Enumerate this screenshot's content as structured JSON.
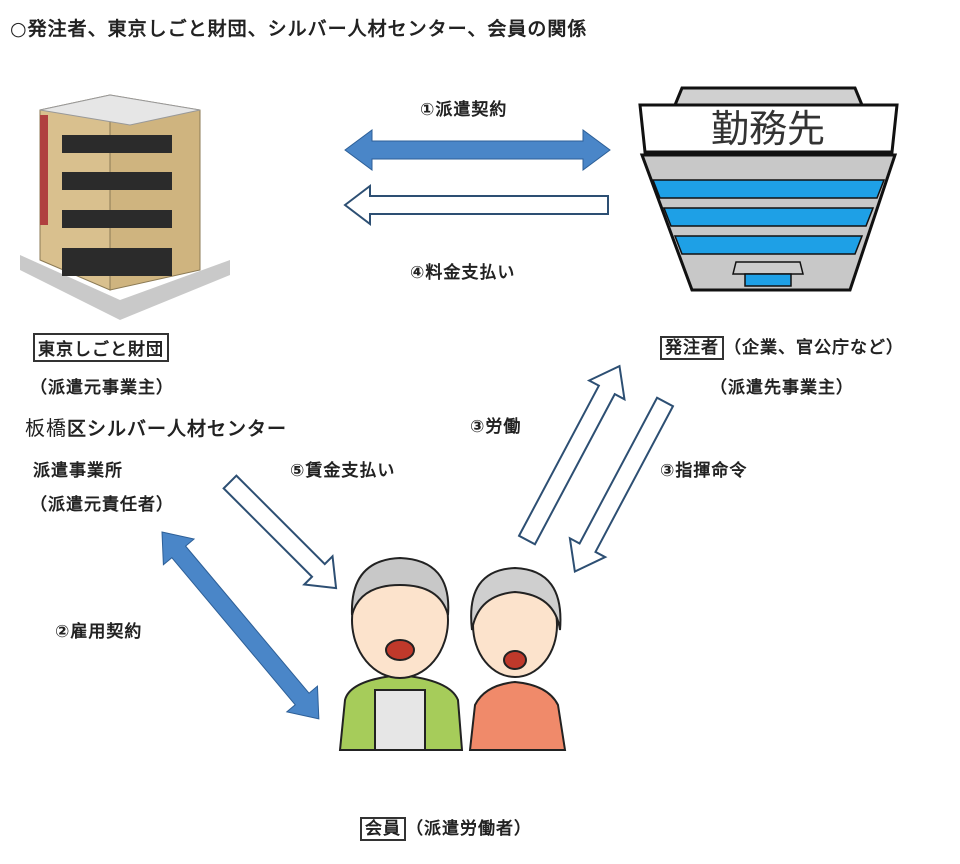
{
  "title": "○発注者、東京しごと財団、シルバー人材センター、会員の関係",
  "office_sign": "勤務先",
  "left_party": {
    "name": "東京しごと財団",
    "role": "（派遣元事業主）",
    "center_prefix": "板橋",
    "center_name": "区シルバー人材センター",
    "office": "派遣事業所",
    "responsible": "（派遣元責任者）"
  },
  "right_party": {
    "name": "発注者",
    "examples": "（企業、官公庁など）",
    "role": "（派遣先事業主）"
  },
  "member": {
    "name": "会員",
    "role": "（派遣労働者）"
  },
  "relations": {
    "r1": "①派遣契約",
    "r2": "②雇用契約",
    "r3a": "③労働",
    "r3b": "③指揮命令",
    "r4": "④料金支払い",
    "r5": "⑤賃金支払い"
  },
  "colors": {
    "arrow_blue": "#4a86c8",
    "stripe_blue": "#1ea0e6",
    "building_tan": "#d9c08e"
  }
}
